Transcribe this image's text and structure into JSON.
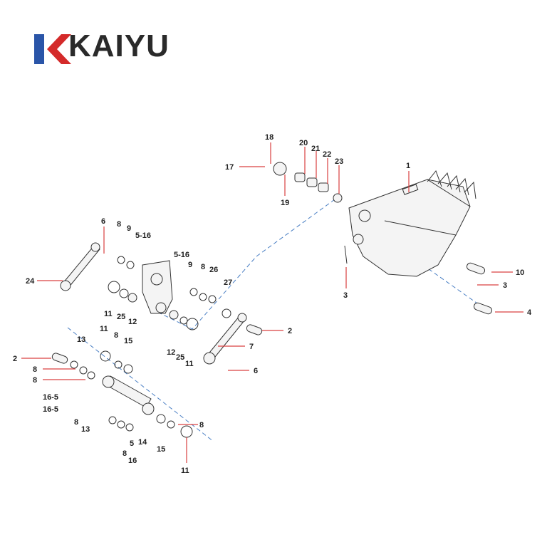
{
  "brand": {
    "logo_text": "KAIYU",
    "colors": {
      "red": "#d42a2a",
      "blue": "#2a55a8",
      "text": "#2a2a2a"
    }
  },
  "diagram": {
    "callouts": [
      {
        "id": "c1",
        "label": "1"
      },
      {
        "id": "c2a",
        "label": "2"
      },
      {
        "id": "c2b",
        "label": "2"
      },
      {
        "id": "c3a",
        "label": "3"
      },
      {
        "id": "c3b",
        "label": "3"
      },
      {
        "id": "c4",
        "label": "4"
      },
      {
        "id": "c5a",
        "label": "5"
      },
      {
        "id": "c5b",
        "label": "5"
      },
      {
        "id": "c6a",
        "label": "6"
      },
      {
        "id": "c6b",
        "label": "6"
      },
      {
        "id": "c7",
        "label": "7"
      },
      {
        "id": "c8a",
        "label": "8"
      },
      {
        "id": "c8b",
        "label": "8"
      },
      {
        "id": "c8c",
        "label": "8"
      },
      {
        "id": "c8d",
        "label": "8"
      },
      {
        "id": "c8e",
        "label": "8"
      },
      {
        "id": "c8f",
        "label": "8"
      },
      {
        "id": "c8g",
        "label": "8"
      },
      {
        "id": "c8h",
        "label": "8"
      },
      {
        "id": "c9a",
        "label": "9"
      },
      {
        "id": "c9b",
        "label": "9"
      },
      {
        "id": "c10",
        "label": "10"
      },
      {
        "id": "c11a",
        "label": "11"
      },
      {
        "id": "c11b",
        "label": "11"
      },
      {
        "id": "c11c",
        "label": "11"
      },
      {
        "id": "c11d",
        "label": "11"
      },
      {
        "id": "c12a",
        "label": "12"
      },
      {
        "id": "c12b",
        "label": "12"
      },
      {
        "id": "c13a",
        "label": "13"
      },
      {
        "id": "c13b",
        "label": "13"
      },
      {
        "id": "c14",
        "label": "14"
      },
      {
        "id": "c15a",
        "label": "15"
      },
      {
        "id": "c15b",
        "label": "15"
      },
      {
        "id": "c16a",
        "label": "5-16"
      },
      {
        "id": "c16b",
        "label": "5-16"
      },
      {
        "id": "c16c",
        "label": "16-5"
      },
      {
        "id": "c16d",
        "label": "16-5"
      },
      {
        "id": "c16e",
        "label": "16"
      },
      {
        "id": "c17",
        "label": "17"
      },
      {
        "id": "c18",
        "label": "18"
      },
      {
        "id": "c19",
        "label": "19"
      },
      {
        "id": "c20",
        "label": "20"
      },
      {
        "id": "c21",
        "label": "21"
      },
      {
        "id": "c22",
        "label": "22"
      },
      {
        "id": "c23",
        "label": "23"
      },
      {
        "id": "c24",
        "label": "24"
      },
      {
        "id": "c25a",
        "label": "25"
      },
      {
        "id": "c25b",
        "label": "25"
      },
      {
        "id": "c26",
        "label": "26"
      },
      {
        "id": "c27",
        "label": "27"
      }
    ]
  }
}
